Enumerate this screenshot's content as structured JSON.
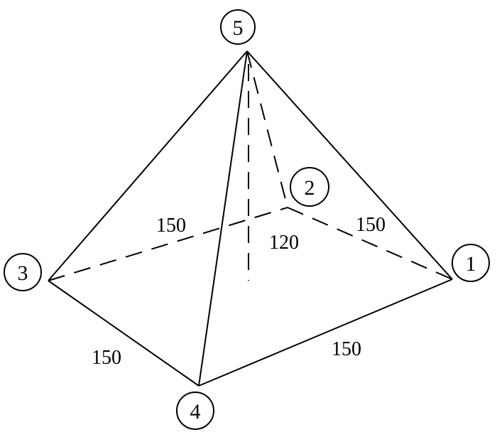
{
  "nodes": [
    {
      "id": "1",
      "label": "1"
    },
    {
      "id": "2",
      "label": "2"
    },
    {
      "id": "3",
      "label": "3"
    },
    {
      "id": "4",
      "label": "4"
    },
    {
      "id": "5",
      "label": "5"
    }
  ],
  "edges": [
    {
      "from": "5",
      "to": "3",
      "style": "solid"
    },
    {
      "from": "5",
      "to": "1",
      "style": "solid"
    },
    {
      "from": "5",
      "to": "4",
      "style": "solid"
    },
    {
      "from": "3",
      "to": "4",
      "style": "solid"
    },
    {
      "from": "4",
      "to": "1",
      "style": "solid"
    },
    {
      "from": "5",
      "to": "2",
      "style": "dashed"
    },
    {
      "from": "3",
      "to": "2",
      "style": "dashed"
    },
    {
      "from": "2",
      "to": "1",
      "style": "dashed"
    }
  ],
  "dimensions": {
    "edge_3_2": "150",
    "edge_2_1": "150",
    "height": "120",
    "edge_3_4": "150",
    "edge_4_1": "150"
  }
}
